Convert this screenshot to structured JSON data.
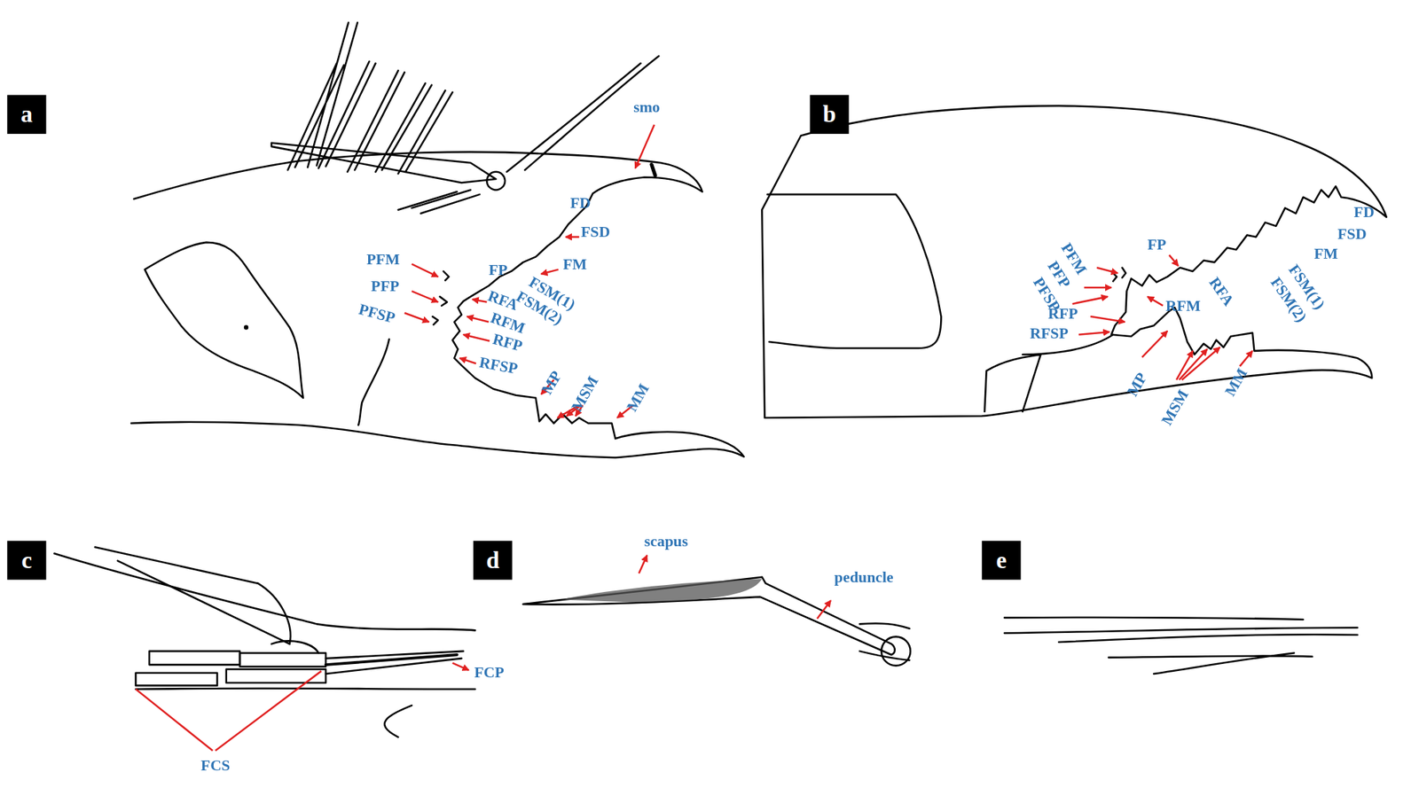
{
  "diagram": {
    "nodes": [
      {
        "text": [
          "a"
        ]
      },
      {
        "text": [
          "b"
        ]
      },
      {
        "text": [
          "c"
        ]
      },
      {
        "text": [
          "d"
        ]
      },
      {
        "text": [
          "e"
        ]
      }
    ],
    "labels": [
      "smo",
      "FD",
      "FSD",
      "FM",
      "FSM(1)",
      "FSM(2)",
      "FP",
      "RFA",
      "RFM",
      "RFP",
      "RFSP",
      "PFM",
      "PFP",
      "PFSP",
      "MP",
      "MSM",
      "MM",
      "PFM",
      "PFP",
      "PFSP",
      "FP",
      "FD",
      "FSD",
      "FM",
      "FSM(1)",
      "FSM(2)",
      "RFA",
      "RFM",
      "RFP",
      "RFSP",
      "MP",
      "MSM",
      "MM",
      "FCP",
      "FCS",
      "scapus",
      "peduncle"
    ]
  }
}
